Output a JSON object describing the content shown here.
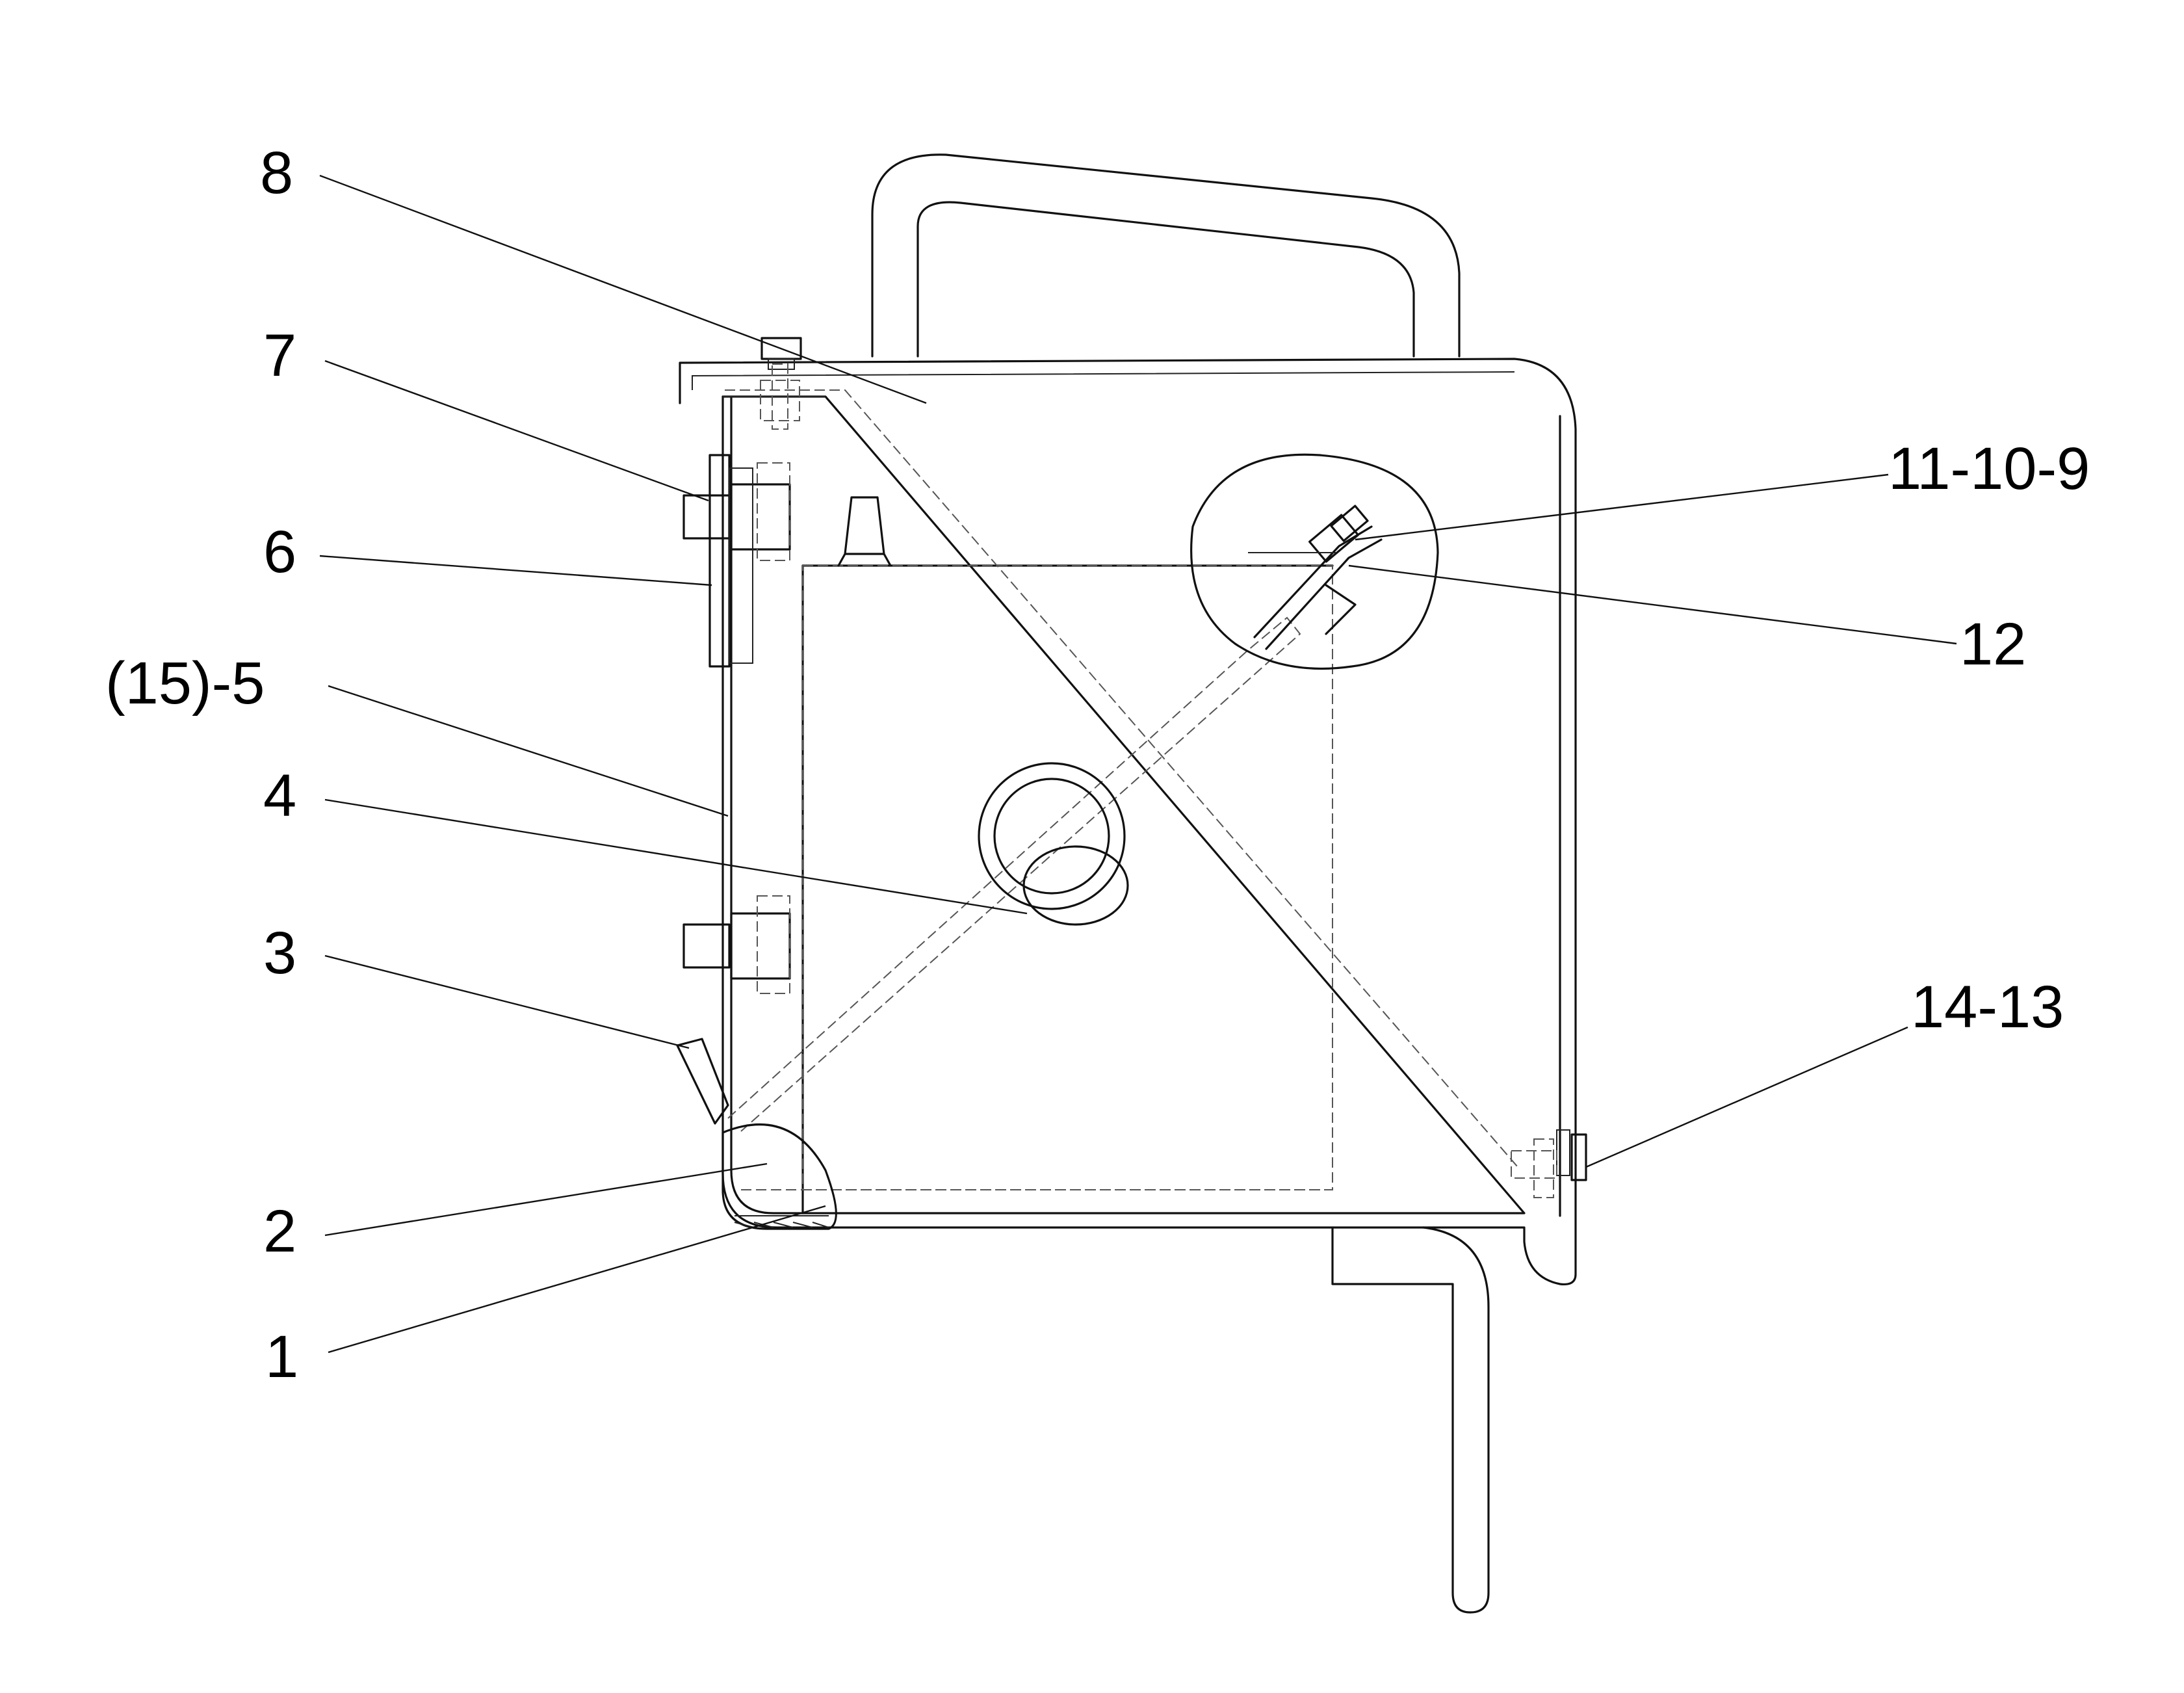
{
  "figure": {
    "labels": {
      "p8": "8",
      "p7": "7",
      "p6": "6",
      "p15_5": "(15)-5",
      "p4": "4",
      "p3": "3",
      "p2": "2",
      "p1": "1",
      "p11_10_9": "11-10-9",
      "p12": "12",
      "p14_13": "14-13"
    }
  }
}
